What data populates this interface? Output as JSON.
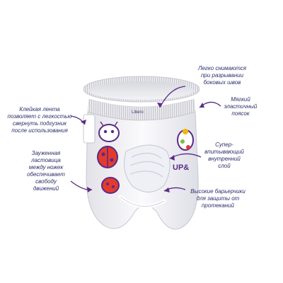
{
  "callouts": {
    "tear_seams": "Легко снимаются\nпри разрывании\nбоковых швов",
    "adhesive_tape": "Клейкая лента\nпозволяет с легкостью\nсвернуть подгузник\nпосле использования",
    "soft_belt": "Мягкий\nэластичный\nпоясок",
    "super_absorbent": "Супер-\nвпитывающий\nвнутренний\nслой",
    "narrow_gusset": "Зауженная\nластовица\nмежду ножек\nобеспечивает\nсвободу\nдвижений",
    "barrier_cuffs": "Высокие барьерчики\nдля защиты от\nпротеканий"
  },
  "product": {
    "brand_mark": "Libero",
    "print_text": "UP&"
  },
  "colors": {
    "label_text": "#2c2f6b",
    "arrow": "#5b2a86",
    "diaper_white": "#f4f4f6",
    "waistband_stripe": "#c8c8d0",
    "ladybug_red": "#e23b2e",
    "ladybug_purple": "#5b2a86",
    "accent_yellow": "#f2b705",
    "accent_green": "#7cc043"
  }
}
